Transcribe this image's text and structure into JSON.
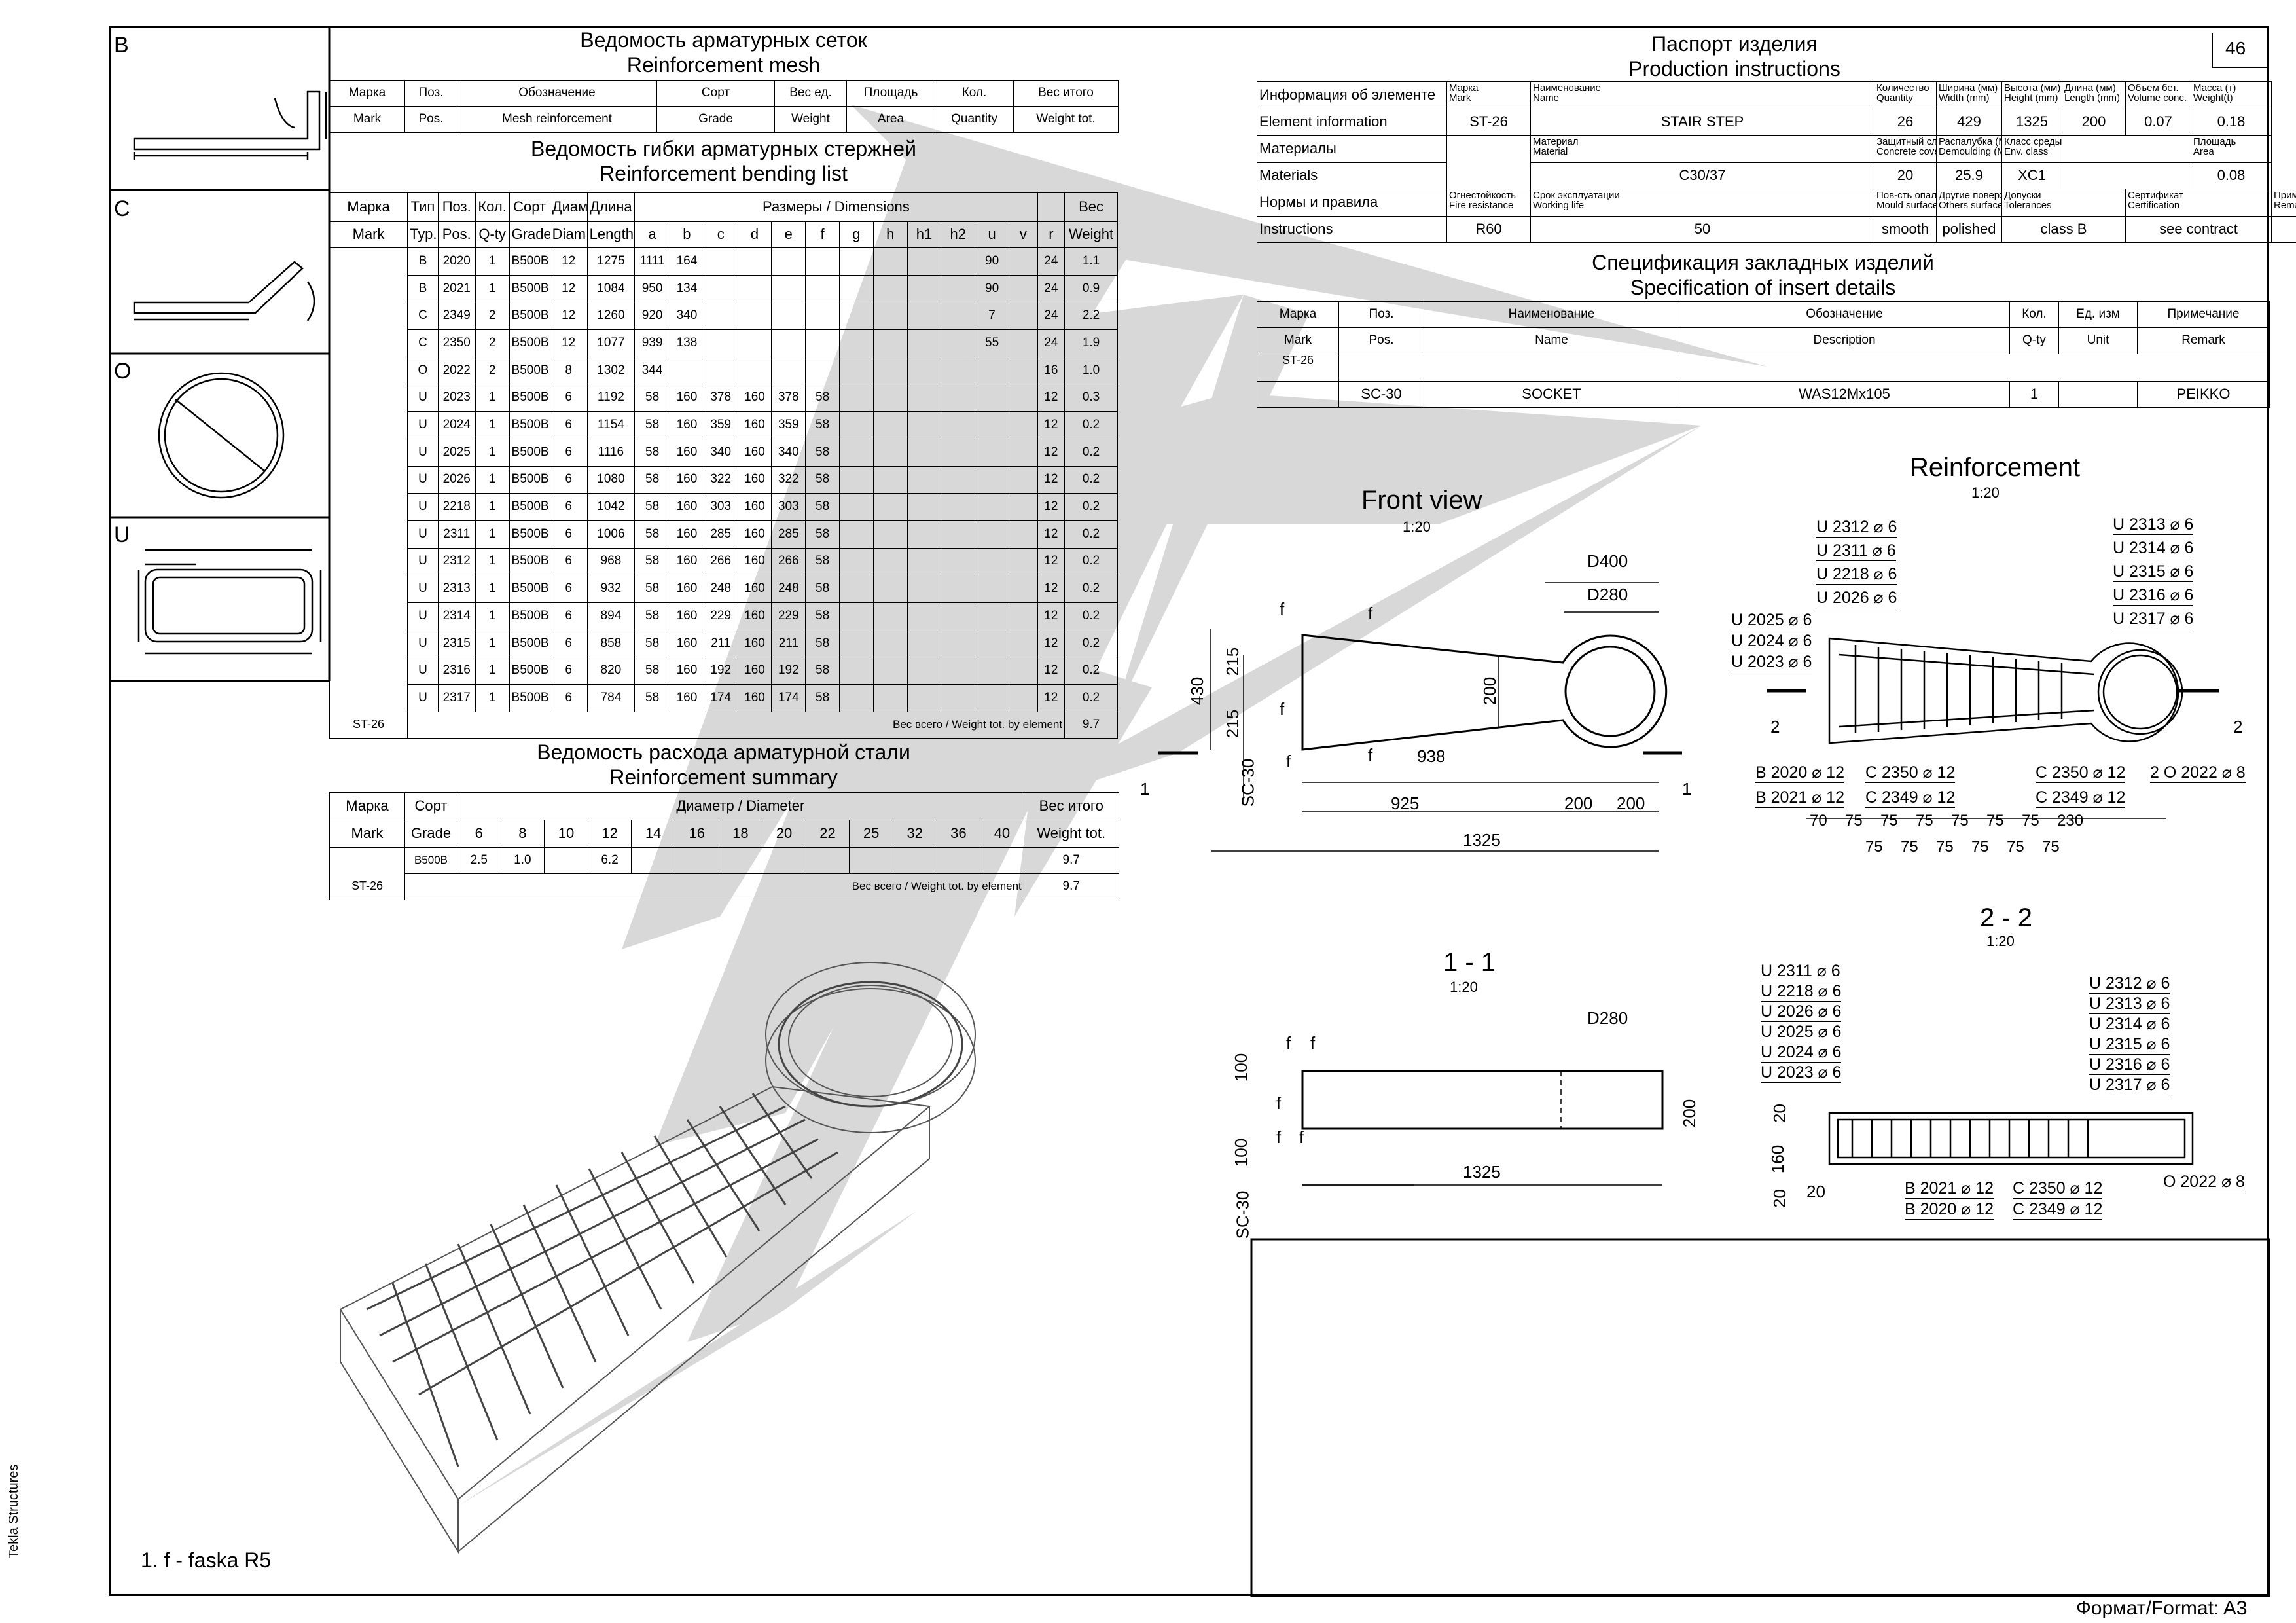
{
  "sheet": {
    "number": "46",
    "format": "Формат/Format: A3",
    "software": "Tekla Structures",
    "note": "1. f - faska R5"
  },
  "shapes": {
    "b": "B",
    "c": "C",
    "o": "O",
    "u": "U"
  },
  "mesh": {
    "title_ru": "Ведомость арматурных сеток",
    "title_en": "Reinforcement mesh",
    "headers_ru": [
      "Марка",
      "Поз.",
      "Обозначение",
      "Сорт",
      "Вес ед.",
      "Площадь",
      "Кол.",
      "Вес итого"
    ],
    "headers_en": [
      "Mark",
      "Pos.",
      "Mesh reinforcement",
      "Grade",
      "Weight",
      "Area",
      "Quantity",
      "Weight tot."
    ]
  },
  "bending": {
    "title_ru": "Ведомость гибки арматурных стержней",
    "title_en": "Reinforcement bending list",
    "h_mark": [
      "Марка",
      "Mark"
    ],
    "h_type": [
      "Тип",
      "Тур."
    ],
    "h_pos": [
      "Поз.",
      "Pos."
    ],
    "h_qty": [
      "Кол.",
      "Q-ty"
    ],
    "h_grade": [
      "Сорт",
      "Grade"
    ],
    "h_diam": [
      "Диам.",
      "Diam."
    ],
    "h_len": [
      "Длина",
      "Length"
    ],
    "h_dims": "Размеры / Dimensions",
    "h_weight": [
      "Вес",
      "Weight"
    ],
    "dim_cols": [
      "a",
      "b",
      "c",
      "d",
      "e",
      "f",
      "g",
      "h",
      "h1",
      "h2",
      "u",
      "v",
      "r"
    ],
    "mark": "ST-26",
    "rows": [
      [
        "B",
        "2020",
        "1",
        "B500B",
        "12",
        "1275",
        "1111",
        "164",
        "",
        "",
        "",
        "",
        "",
        "",
        "",
        "",
        "90",
        "",
        "24",
        "1.1"
      ],
      [
        "B",
        "2021",
        "1",
        "B500B",
        "12",
        "1084",
        "950",
        "134",
        "",
        "",
        "",
        "",
        "",
        "",
        "",
        "",
        "90",
        "",
        "24",
        "0.9"
      ],
      [
        "C",
        "2349",
        "2",
        "B500B",
        "12",
        "1260",
        "920",
        "340",
        "",
        "",
        "",
        "",
        "",
        "",
        "",
        "",
        "7",
        "",
        "24",
        "2.2"
      ],
      [
        "C",
        "2350",
        "2",
        "B500B",
        "12",
        "1077",
        "939",
        "138",
        "",
        "",
        "",
        "",
        "",
        "",
        "",
        "",
        "55",
        "",
        "24",
        "1.9"
      ],
      [
        "O",
        "2022",
        "2",
        "B500B",
        "8",
        "1302",
        "344",
        "",
        "",
        "",
        "",
        "",
        "",
        "",
        "",
        "",
        "",
        "",
        "16",
        "1.0"
      ],
      [
        "U",
        "2023",
        "1",
        "B500B",
        "6",
        "1192",
        "58",
        "160",
        "378",
        "160",
        "378",
        "58",
        "",
        "",
        "",
        "",
        "",
        "",
        "12",
        "0.3"
      ],
      [
        "U",
        "2024",
        "1",
        "B500B",
        "6",
        "1154",
        "58",
        "160",
        "359",
        "160",
        "359",
        "58",
        "",
        "",
        "",
        "",
        "",
        "",
        "12",
        "0.2"
      ],
      [
        "U",
        "2025",
        "1",
        "B500B",
        "6",
        "1116",
        "58",
        "160",
        "340",
        "160",
        "340",
        "58",
        "",
        "",
        "",
        "",
        "",
        "",
        "12",
        "0.2"
      ],
      [
        "U",
        "2026",
        "1",
        "B500B",
        "6",
        "1080",
        "58",
        "160",
        "322",
        "160",
        "322",
        "58",
        "",
        "",
        "",
        "",
        "",
        "",
        "12",
        "0.2"
      ],
      [
        "U",
        "2218",
        "1",
        "B500B",
        "6",
        "1042",
        "58",
        "160",
        "303",
        "160",
        "303",
        "58",
        "",
        "",
        "",
        "",
        "",
        "",
        "12",
        "0.2"
      ],
      [
        "U",
        "2311",
        "1",
        "B500B",
        "6",
        "1006",
        "58",
        "160",
        "285",
        "160",
        "285",
        "58",
        "",
        "",
        "",
        "",
        "",
        "",
        "12",
        "0.2"
      ],
      [
        "U",
        "2312",
        "1",
        "B500B",
        "6",
        "968",
        "58",
        "160",
        "266",
        "160",
        "266",
        "58",
        "",
        "",
        "",
        "",
        "",
        "",
        "12",
        "0.2"
      ],
      [
        "U",
        "2313",
        "1",
        "B500B",
        "6",
        "932",
        "58",
        "160",
        "248",
        "160",
        "248",
        "58",
        "",
        "",
        "",
        "",
        "",
        "",
        "12",
        "0.2"
      ],
      [
        "U",
        "2314",
        "1",
        "B500B",
        "6",
        "894",
        "58",
        "160",
        "229",
        "160",
        "229",
        "58",
        "",
        "",
        "",
        "",
        "",
        "",
        "12",
        "0.2"
      ],
      [
        "U",
        "2315",
        "1",
        "B500B",
        "6",
        "858",
        "58",
        "160",
        "211",
        "160",
        "211",
        "58",
        "",
        "",
        "",
        "",
        "",
        "",
        "12",
        "0.2"
      ],
      [
        "U",
        "2316",
        "1",
        "B500B",
        "6",
        "820",
        "58",
        "160",
        "192",
        "160",
        "192",
        "58",
        "",
        "",
        "",
        "",
        "",
        "",
        "12",
        "0.2"
      ],
      [
        "U",
        "2317",
        "1",
        "B500B",
        "6",
        "784",
        "58",
        "160",
        "174",
        "160",
        "174",
        "58",
        "",
        "",
        "",
        "",
        "",
        "",
        "12",
        "0.2"
      ]
    ],
    "total_label": "Вес всего / Weight tot. by element",
    "total_value": "9.7"
  },
  "summary": {
    "title_ru": "Ведомость расхода арматурной стали",
    "title_en": "Reinforcement summary",
    "h_mark": [
      "Марка",
      "Mark"
    ],
    "h_grade": [
      "Сорт",
      "Grade"
    ],
    "h_diam": "Диаметр / Diameter",
    "h_total": [
      "Вес итого",
      "Weight tot."
    ],
    "diameters": [
      "6",
      "8",
      "10",
      "12",
      "14",
      "16",
      "18",
      "20",
      "22",
      "25",
      "32",
      "36",
      "40"
    ],
    "grade": "B500B",
    "values": [
      "2.5",
      "1.0",
      "",
      "6.2",
      "",
      "",
      "",
      "",
      "",
      "",
      "",
      "",
      ""
    ],
    "row_total": "9.7",
    "mark": "ST-26",
    "total_label": "Вес всего / Weight tot. by element",
    "total_value": "9.7"
  },
  "passport": {
    "title_ru": "Паспорт изделия",
    "title_en": "Production instructions",
    "r1_label": "Информация об элементе",
    "r1_label_en": "Element information",
    "r1": [
      [
        "Марка",
        "Mark",
        "ST-26"
      ],
      [
        "Наименование",
        "Name",
        "STAIR STEP"
      ],
      [
        "Количество",
        "Quantity",
        "26"
      ],
      [
        "Ширина (мм)",
        "Width (mm)",
        "429"
      ],
      [
        "Высота (мм)",
        "Height (mm)",
        "1325"
      ],
      [
        "Длина (мм)",
        "Length (mm)",
        "200"
      ],
      [
        "Объем бет.",
        "Volume conc.",
        "0.07"
      ],
      [
        "Масса (т)",
        "Weight(t)",
        "0.18"
      ]
    ],
    "r2_label": "Материалы",
    "r2_label_en": "Materials",
    "r2": [
      [
        "Материал",
        "Material",
        "C30/37"
      ],
      [
        "Защитный слой (мм)",
        "Concrete cover (mm)",
        "20"
      ],
      [
        "Распалубка (МПа)",
        "Demoulding (MPa)",
        "25.9"
      ],
      [
        "Класс среды",
        "Env. class",
        "XC1"
      ],
      [
        "Площадь",
        "Area",
        "0.08"
      ]
    ],
    "r3_label": "Нормы и правила",
    "r3_label_en": "Instructions",
    "r3": [
      [
        "Огнестойкость",
        "Fire resistance",
        "R60"
      ],
      [
        "Срок эксплуатации",
        "Working life",
        "50"
      ],
      [
        "Пов-сть опалубки",
        "Mould surface",
        "smooth"
      ],
      [
        "Другие поверхности",
        "Others surface",
        "polished"
      ],
      [
        "Допуски",
        "Tolerances",
        "class B"
      ],
      [
        "Сертификат",
        "Certification",
        "see contract"
      ],
      [
        "Примечание",
        "Remark",
        ""
      ]
    ]
  },
  "inserts": {
    "title_ru": "Спецификация закладных изделий",
    "title_en": "Specification of insert details",
    "headers_ru": [
      "Марка",
      "Поз.",
      "Наименование",
      "Обозначение",
      "Кол.",
      "Ед. изм",
      "Примечание"
    ],
    "headers_en": [
      "Mark",
      "Pos.",
      "Name",
      "Description",
      "Q-ty",
      "Unit",
      "Remark"
    ],
    "mark": "ST-26",
    "row": [
      "SC-30",
      "SOCKET",
      "WAS12Mx105",
      "1",
      "",
      "PEIKKO"
    ]
  },
  "views": {
    "front": {
      "title": "Front view",
      "scale": "1:20",
      "d400": "D400",
      "d280": "D280",
      "d430": "430",
      "d215a": "215",
      "d215b": "215",
      "d200": "200",
      "d938": "938",
      "d925": "925",
      "d200b": "200",
      "d200c": "200",
      "d1325": "1325",
      "sc": "SC-30",
      "f": "f",
      "cut": "1"
    },
    "reinf": {
      "title": "Reinforcement",
      "scale": "1:20",
      "left_labels": [
        "U 2312 ⌀ 6",
        "U 2311 ⌀ 6",
        "U 2218 ⌀ 6",
        "U 2026 ⌀ 6",
        "U 2025 ⌀ 6",
        "U 2024 ⌀ 6",
        "U 2023 ⌀ 6"
      ],
      "right_labels": [
        "U 2313 ⌀ 6",
        "U 2314 ⌀ 6",
        "U 2315 ⌀ 6",
        "U 2316 ⌀ 6",
        "U 2317 ⌀ 6"
      ],
      "bottom_labels": [
        "B 2020 ⌀ 12",
        "B 2021 ⌀ 12",
        "C 2350 ⌀ 12",
        "C 2349 ⌀ 12",
        "C 2350 ⌀ 12",
        "C 2349 ⌀ 12",
        "2 O 2022 ⌀ 8"
      ],
      "dims_top": [
        "70",
        "75",
        "75",
        "75",
        "75",
        "75",
        "75",
        "230"
      ],
      "dims_bot": [
        "75",
        "75",
        "75",
        "75",
        "75",
        "75"
      ],
      "cut": "2"
    },
    "sec11": {
      "title": "1 - 1",
      "scale": "1:20",
      "d280": "D280",
      "d100a": "100",
      "d100b": "100",
      "d200": "200",
      "d1325": "1325",
      "sc": "SC-30",
      "f": "f"
    },
    "sec22": {
      "title": "2 - 2",
      "scale": "1:20",
      "left_labels": [
        "U 2311 ⌀ 6",
        "U 2218 ⌀ 6",
        "U 2026 ⌀ 6",
        "U 2025 ⌀ 6",
        "U 2024 ⌀ 6",
        "U 2023 ⌀ 6"
      ],
      "right_labels": [
        "U 2312 ⌀ 6",
        "U 2313 ⌀ 6",
        "U 2314 ⌀ 6",
        "U 2315 ⌀ 6",
        "U 2316 ⌀ 6",
        "U 2317 ⌀ 6"
      ],
      "bottom_labels": [
        "B 2021 ⌀ 12",
        "B 2020 ⌀ 12",
        "C 2350 ⌀ 12",
        "C 2349 ⌀ 12",
        "O 2022 ⌀ 8"
      ],
      "d20a": "20",
      "d160": "160",
      "d20b": "20",
      "d20c": "20"
    }
  }
}
